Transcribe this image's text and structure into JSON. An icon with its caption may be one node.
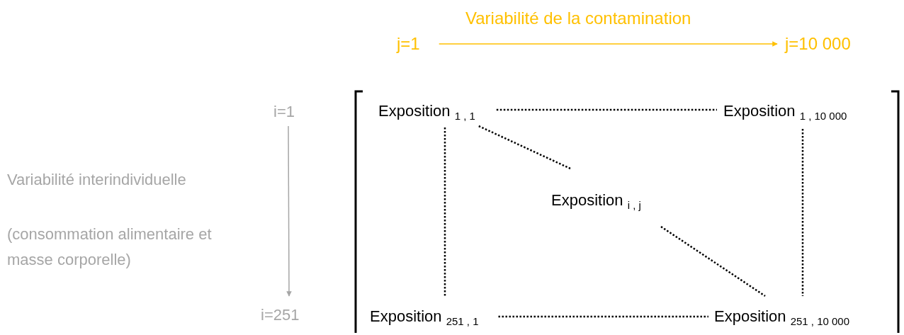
{
  "diagram": {
    "nodes": [
      {
        "text": [
          "j=1"
        ]
      },
      {
        "text": [
          "j=10 000"
        ]
      },
      {
        "text": [
          "i=1"
        ]
      },
      {
        "text": [
          "i=251"
        ]
      },
      {
        "text": [
          "Exposition $_{1 , 1}$"
        ]
      },
      {
        "text": [
          "Exposition $_{1 , 10 000}$"
        ]
      },
      {
        "text": [
          "Exposition $_{i , j}$"
        ]
      },
      {
        "text": [
          "Exposition $_{251 , 1}$"
        ]
      },
      {
        "text": [
          "Exposition $_{251 , 10 000}$"
        ]
      }
    ],
    "edges": [
      {
        "from": 0,
        "to": 1,
        "arrow": "to",
        "color": "#ffc000"
      },
      {
        "from": 2,
        "to": 3,
        "arrow": "to",
        "color": "#a6a6a6"
      },
      {
        "from": 4,
        "to": 5,
        "arrow": "none",
        "style": "dashed"
      },
      {
        "from": 4,
        "to": 7,
        "arrow": "none",
        "style": "dashed"
      },
      {
        "from": 5,
        "to": 8,
        "arrow": "none",
        "style": "dashed"
      },
      {
        "from": 4,
        "to": 6,
        "arrow": "none",
        "style": "dashed"
      },
      {
        "from": 6,
        "to": 8,
        "arrow": "none",
        "style": "dashed"
      },
      {
        "from": 7,
        "to": 8,
        "arrow": "none",
        "style": "dashed"
      }
    ],
    "labels": [
      "Variabilité de la contamination",
      "Variabilité interindividuelle",
      "(consommation alimentaire et masse corporelle)"
    ]
  }
}
